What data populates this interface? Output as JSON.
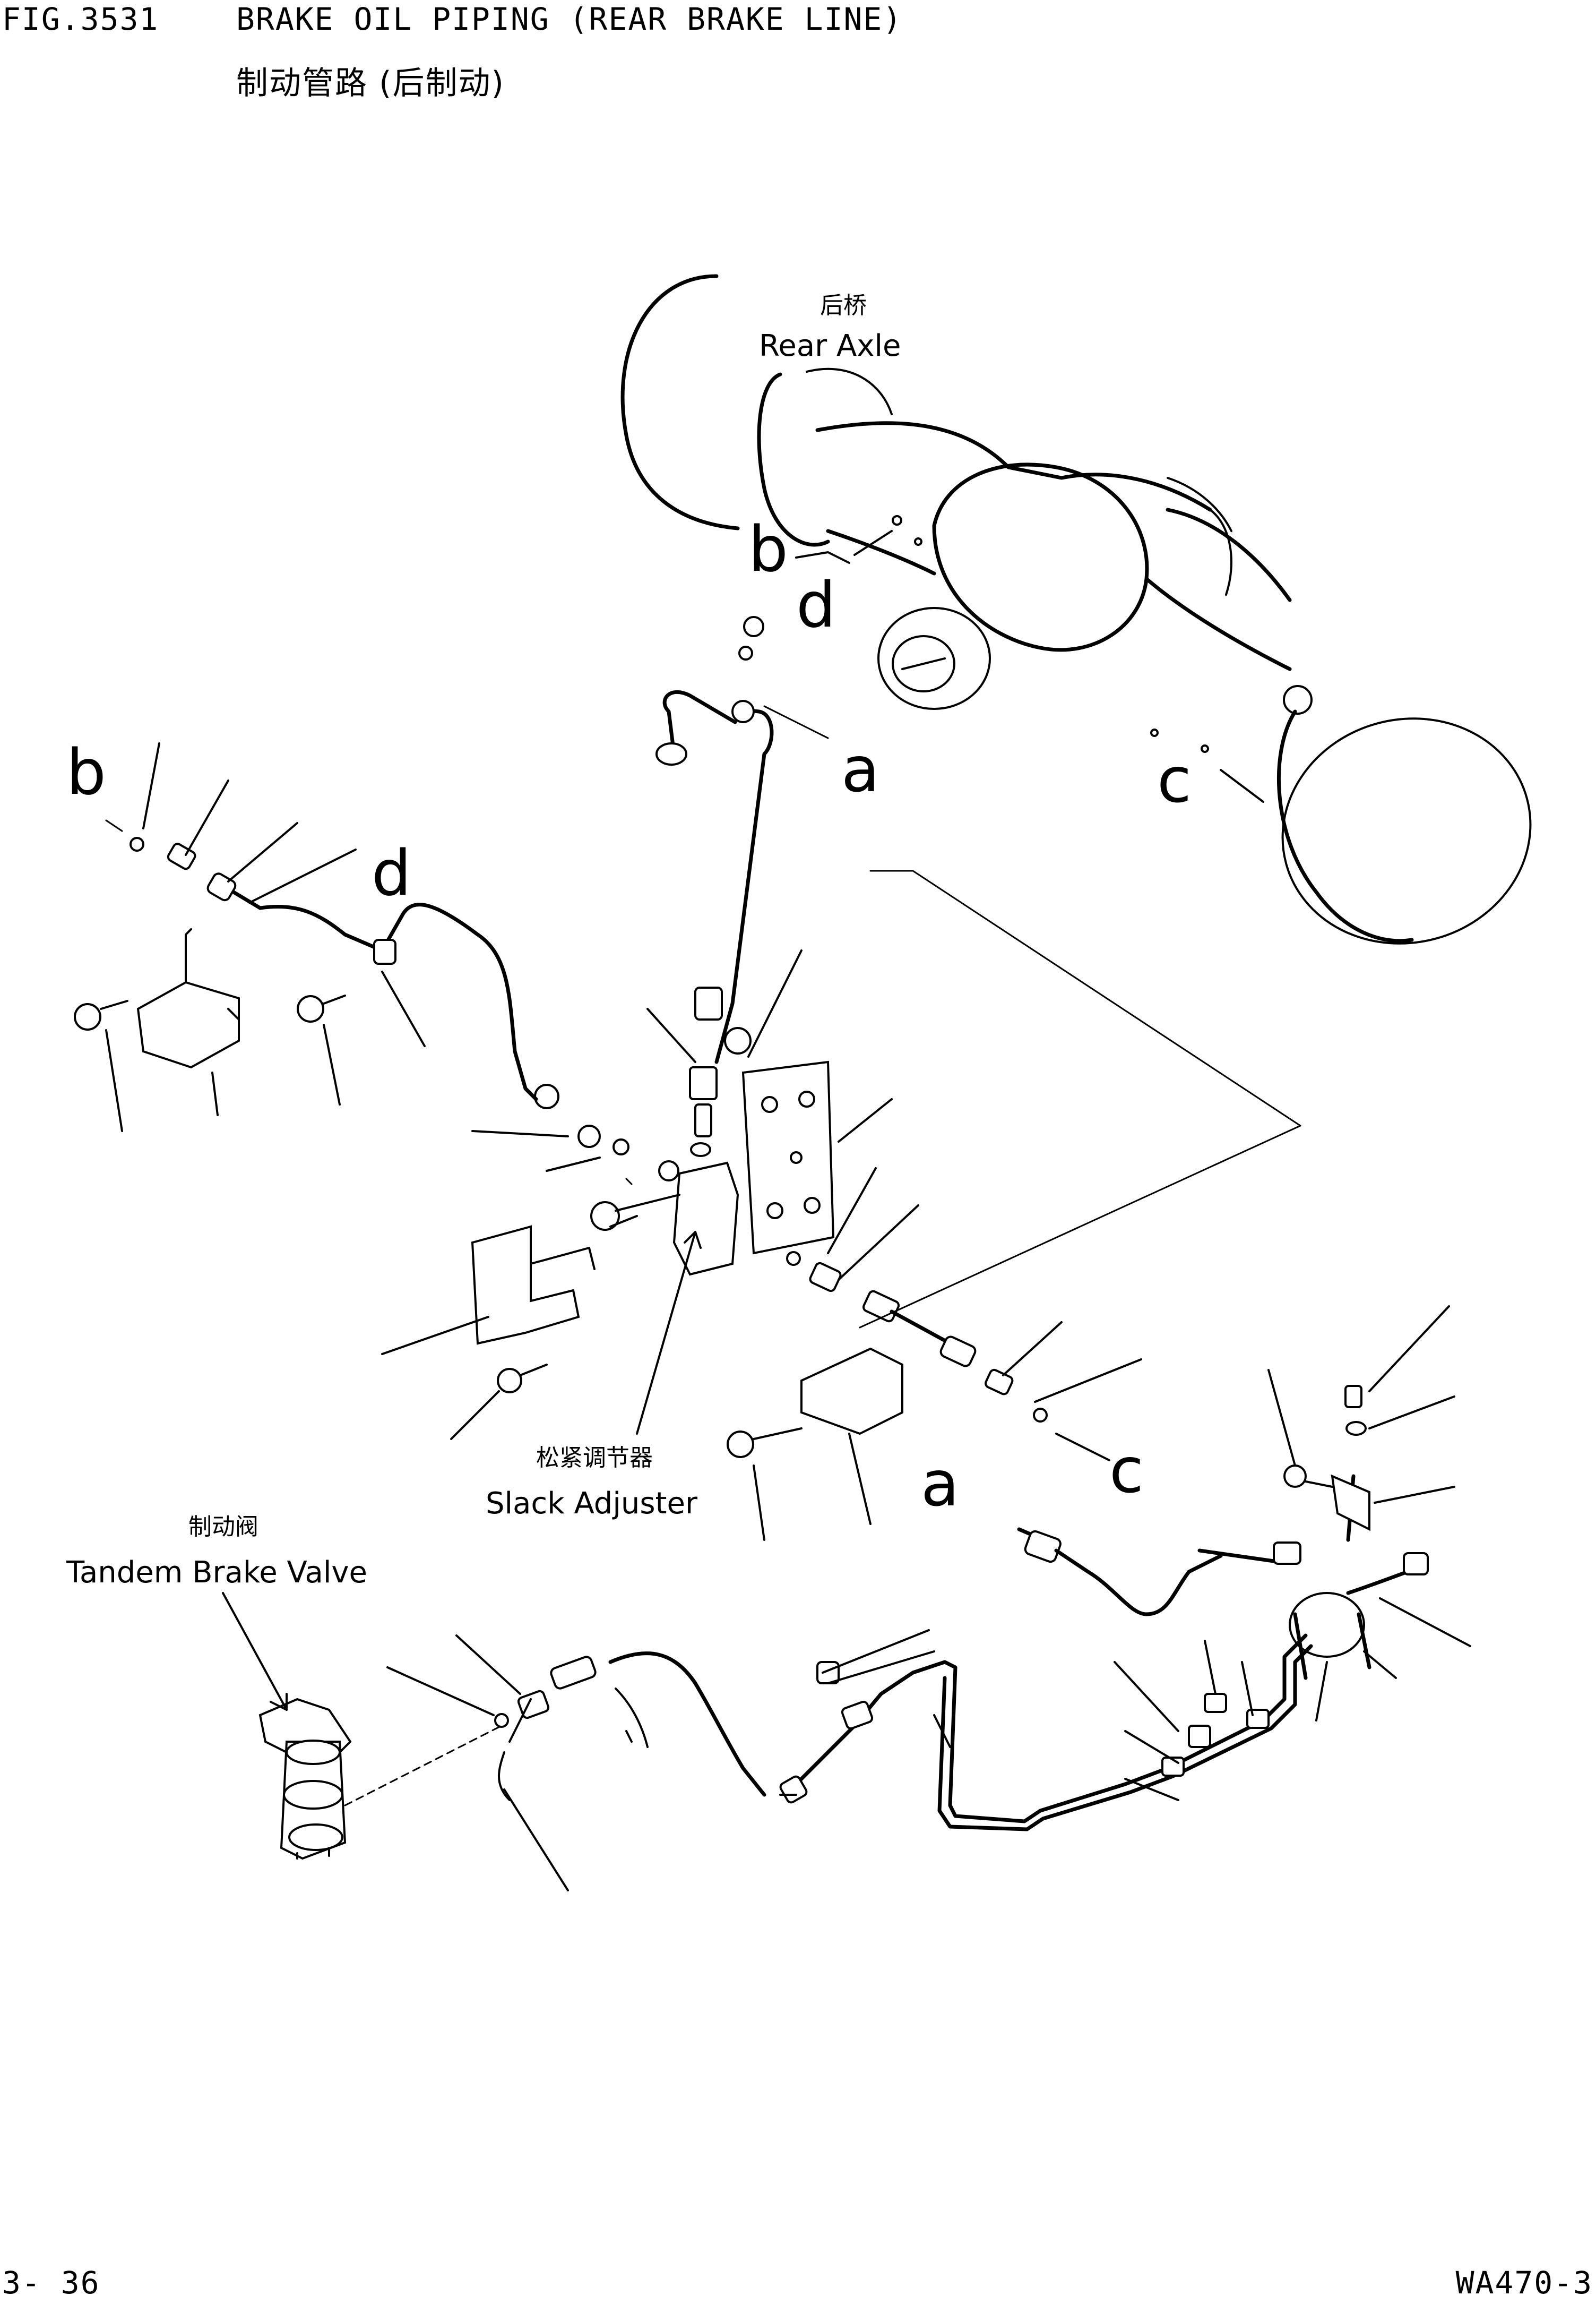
{
  "header": {
    "fig_no": "FIG.3531",
    "title_en": "BRAKE OIL PIPING (REAR BRAKE LINE)",
    "title_zh": "制动管路 (后制动)"
  },
  "labels": {
    "rear_axle_zh": "后桥",
    "rear_axle_en": "Rear Axle",
    "slack_adjuster_zh": "松紧调节器",
    "slack_adjuster_en": "Slack Adjuster",
    "tandem_valve_zh": "制动阀",
    "tandem_valve_en": "Tandem Brake Valve"
  },
  "callouts": {
    "b_axle": "b",
    "d_axle": "d",
    "a_axle": "a",
    "c_axle": "c",
    "b_left": "b",
    "d_left": "d",
    "a_lower": "a",
    "c_lower": "c"
  },
  "footer": {
    "page": "3- 36",
    "model": "WA470-3"
  }
}
